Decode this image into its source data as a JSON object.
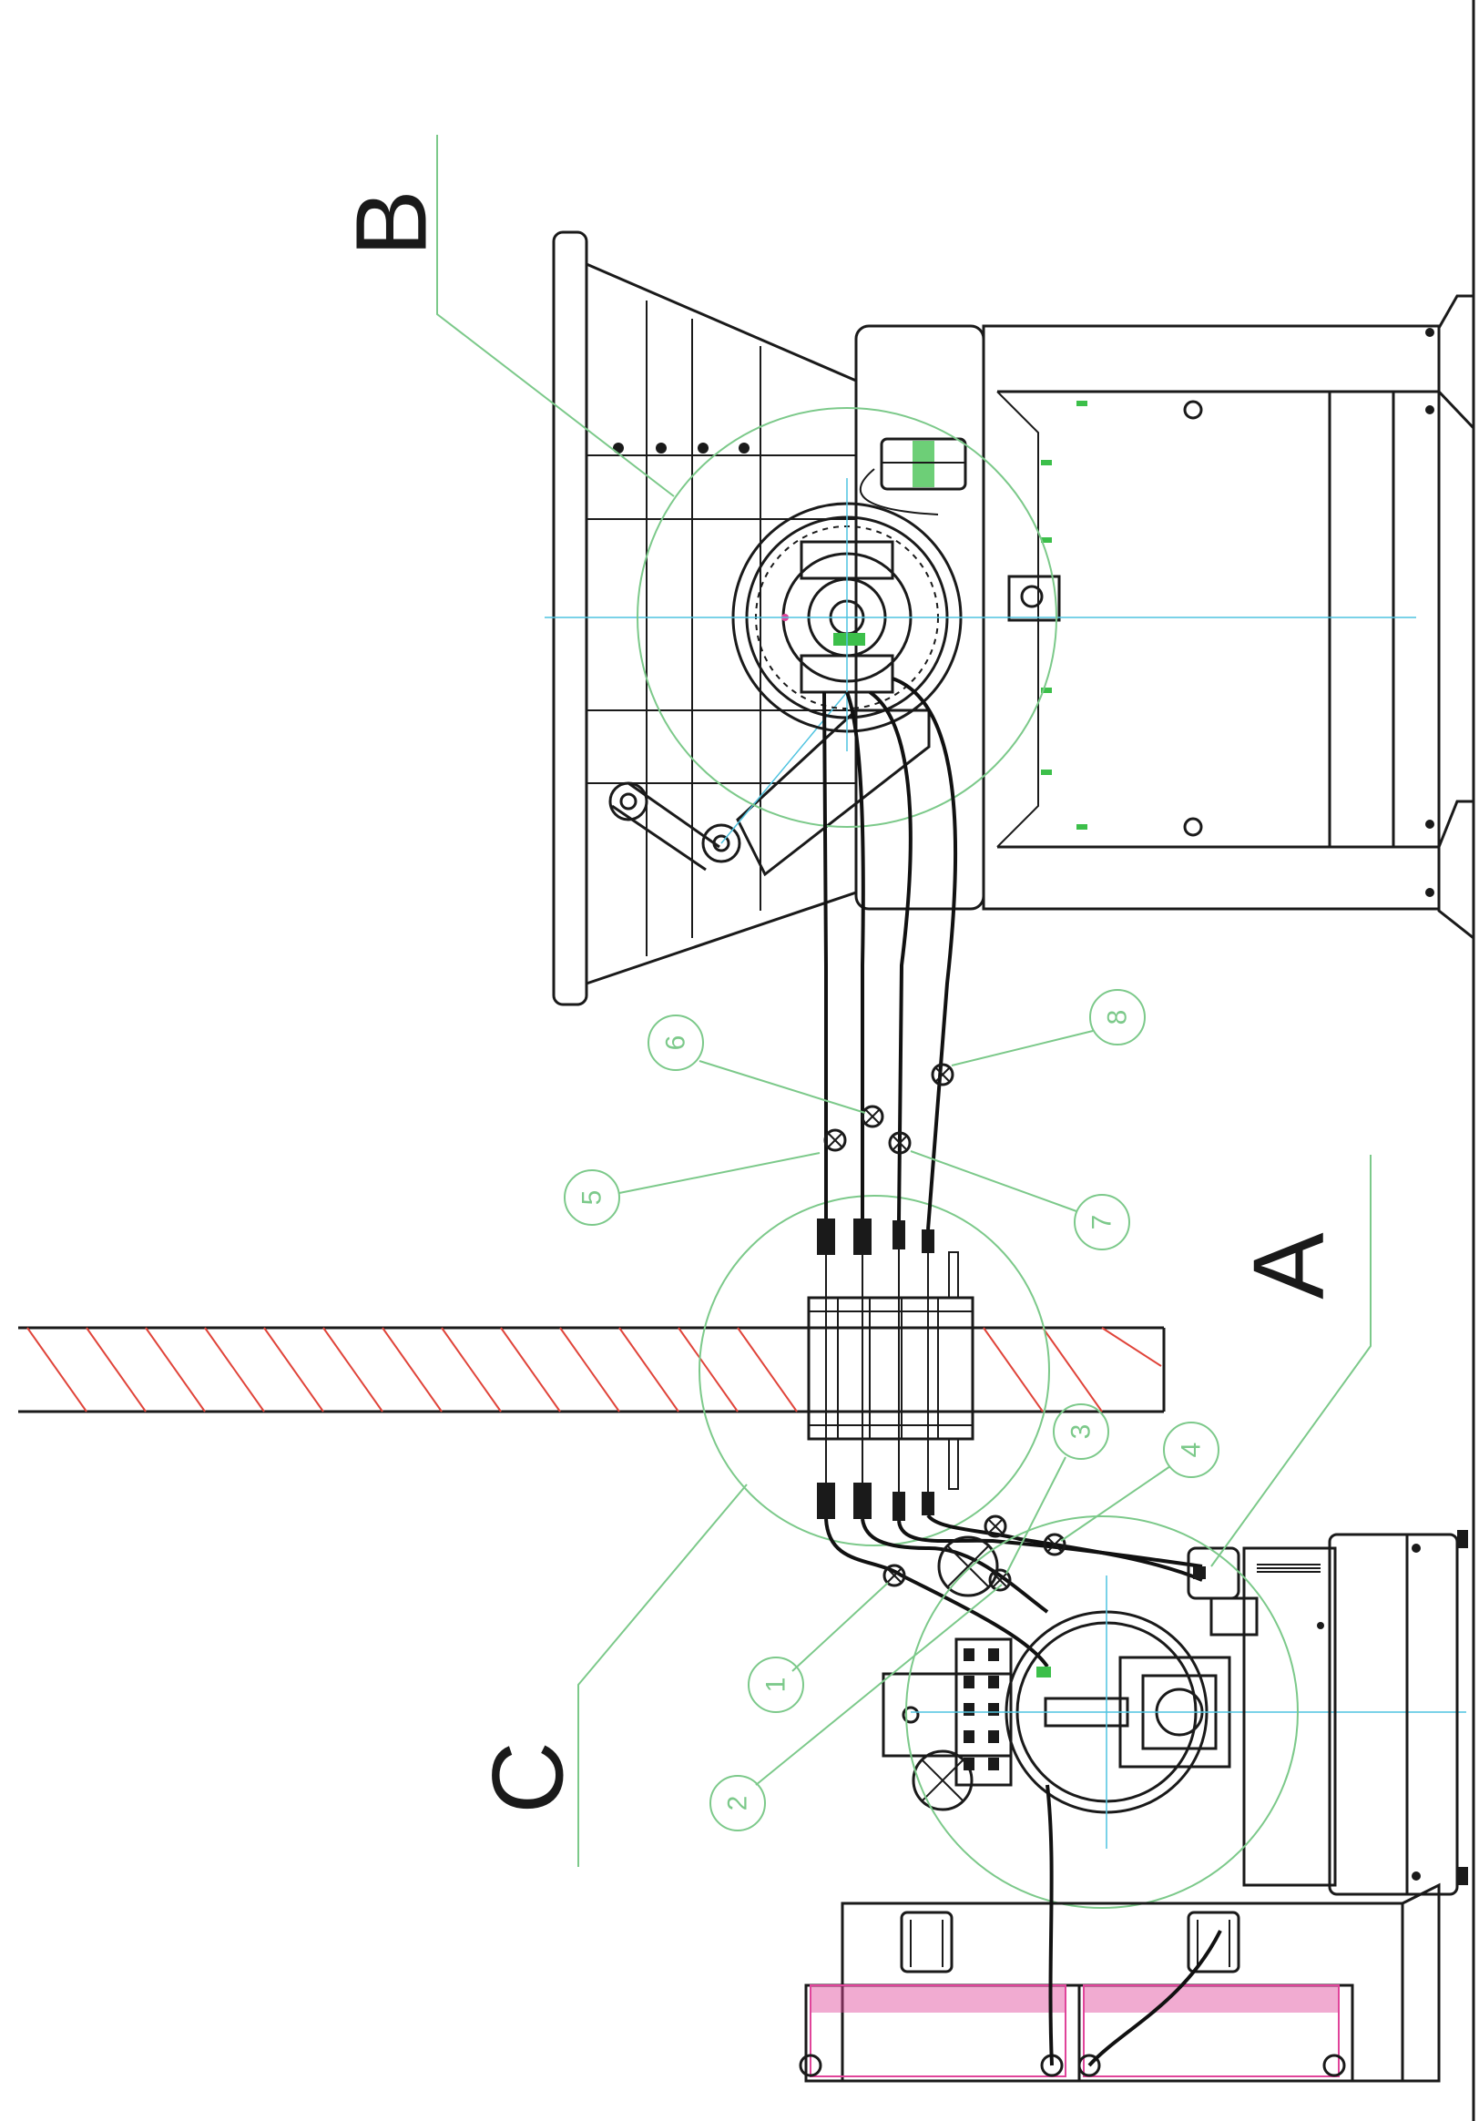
{
  "section_labels": {
    "a": "A",
    "b": "B",
    "c": "C"
  },
  "callouts": [
    "1",
    "2",
    "3",
    "4",
    "5",
    "6",
    "7",
    "8"
  ],
  "colors": {
    "line": "#1a1a1a",
    "centerline": "#4fc3e0",
    "leader": "#7cc98a",
    "hatch": "#e0443a",
    "filter": "#e0449a",
    "highlight": "#3cbf4a"
  }
}
